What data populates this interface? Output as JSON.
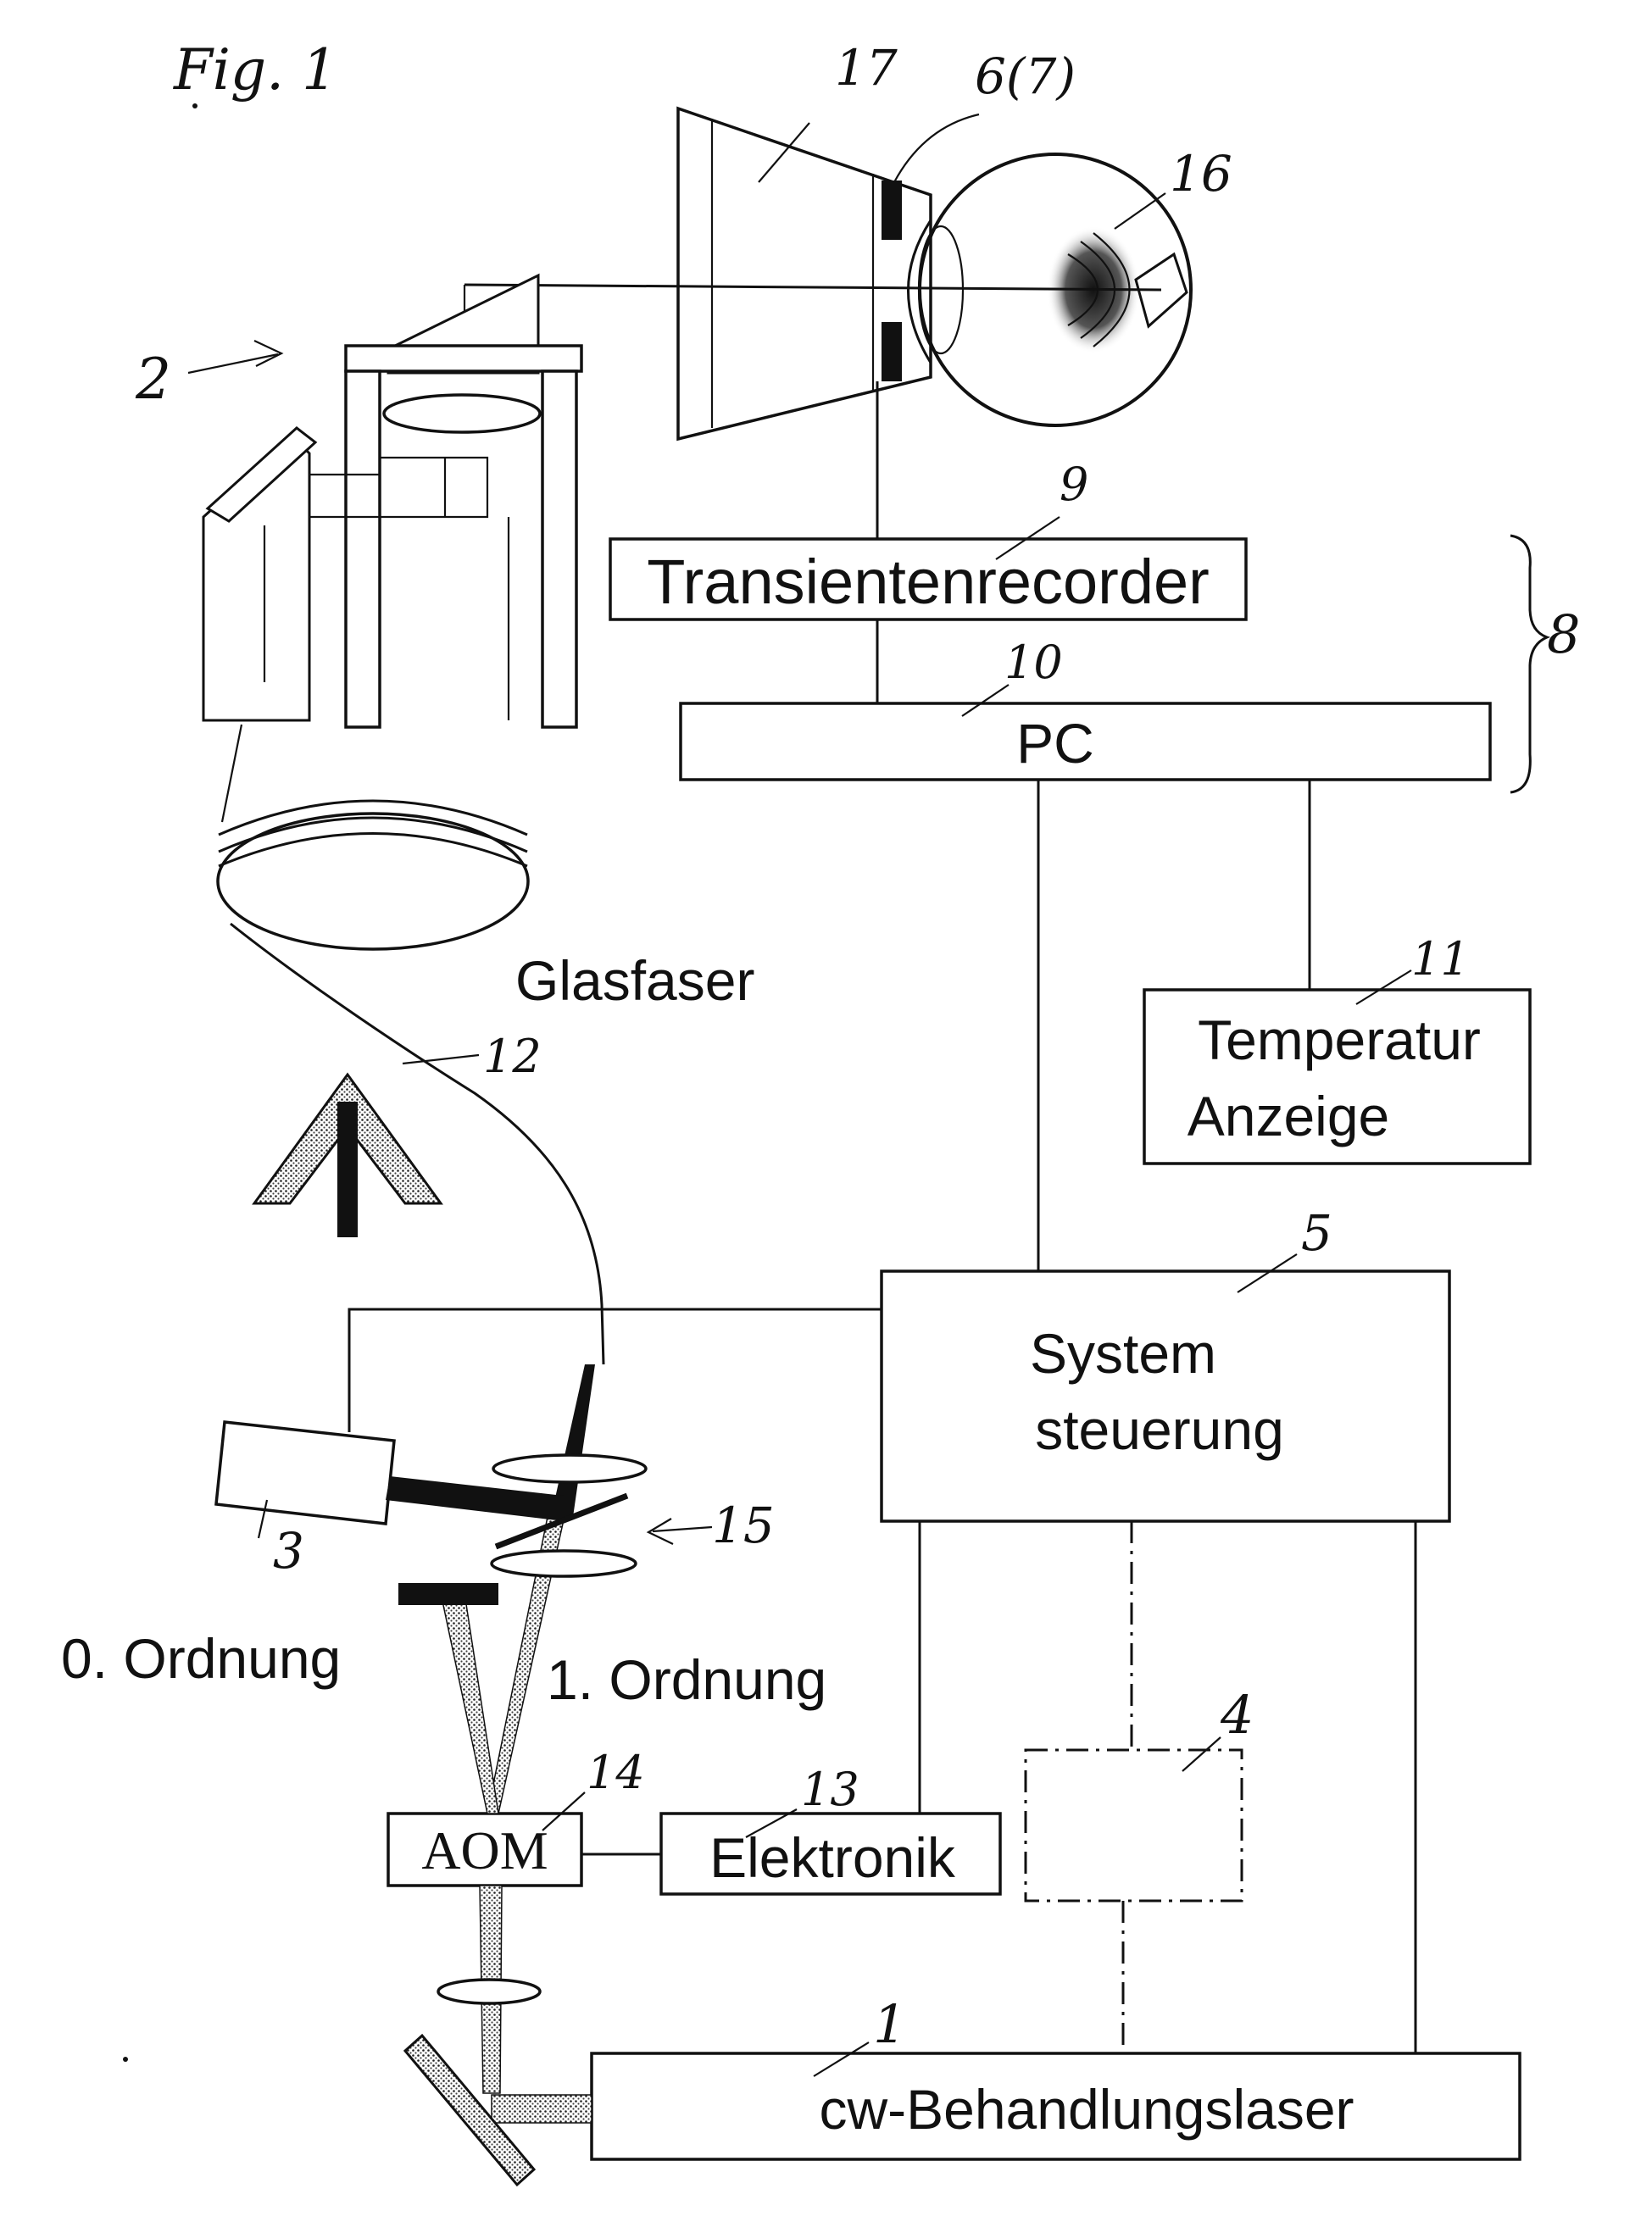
{
  "figure": {
    "title": "Fig. 1"
  },
  "labels": {
    "transientenrecorder": "Transientenrecorder",
    "pc": "PC",
    "temperatur_line1": "Temperatur",
    "temperatur_line2": "Anzeige",
    "system_line1": "System",
    "system_line2": "steuerung",
    "glasfaser": "Glasfaser",
    "null_ordnung": "0. Ordnung",
    "eins_ordnung": "1. Ordnung",
    "aom": "AOM",
    "elektronik": "Elektronik",
    "laser": "cw-Behandlungslaser"
  },
  "refs": {
    "r1": "1",
    "r2": "2",
    "r3": "3",
    "r4": "4",
    "r5": "5",
    "r6": "6(7)",
    "r8": "8",
    "r9": "9",
    "r10": "10",
    "r11": "11",
    "r12": "12",
    "r13": "13",
    "r14": "14",
    "r15": "15",
    "r16": "16",
    "r17": "17"
  }
}
